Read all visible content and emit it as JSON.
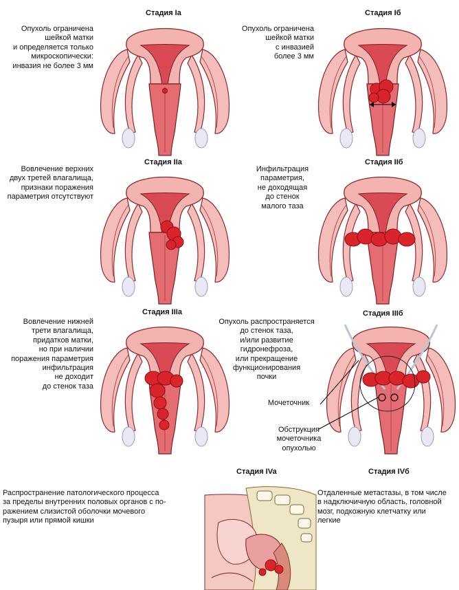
{
  "colors": {
    "uterus": "#f3b3b1",
    "cavity": "#d94a55",
    "tumor": "#d9242b",
    "ovary": "#e9e9f6"
  },
  "stages": {
    "s1a": {
      "title": "Стадия Iа",
      "desc": "Опухоль ограничена\nшейкой матки\nи определяется только\nмикроскопически:\nинвазия не более 3 мм"
    },
    "s1b": {
      "title": "Стадия Iб",
      "desc": "Опухоль ограничена\nшейкой матки\nс инвазией\nболее 3 мм"
    },
    "s2a": {
      "title": "Стадия IIа",
      "desc": "Вовлечение верхних\nдвух третей влагалища,\nпризнаки поражения\nпараметрия отсутствуют"
    },
    "s2b": {
      "title": "Стадия IIб",
      "desc": "Инфильтрация\nпараметрия,\nне доходящая\nдо стенок\nмалого таза"
    },
    "s3a": {
      "title": "Стадия IIIа",
      "desc": "Вовлечение нижней\nтрети влагалища,\nпридатков матки,\nно при наличии\nпоражения параметрия\nинфильтрация\nне доходит\nдо стенок таза"
    },
    "s3b": {
      "title": "Стадия IIIб",
      "desc": "Опухоль распространяется\nдо стенок таза,\nи/или развитие\nгидронефроза,\nили прекращение\nфункционирования\nпочки",
      "label_ureter": "Мочеточник",
      "label_obstruction": "Обструкция\nмочеточника\nопухолью"
    },
    "s4a": {
      "title": "Стадия IVa",
      "desc": "Распространение патологического процесса\nза пределы внутренних половых органов с по-\nражением слизистой оболочки мочевого\nпузыря или прямой кишки"
    },
    "s4b": {
      "title": "Стадия IVб",
      "desc": "Отдаленные метастазы, в том числе\nв надключичную область, головной\nмозг, подкожную клетчатку или\nлегкие"
    }
  }
}
